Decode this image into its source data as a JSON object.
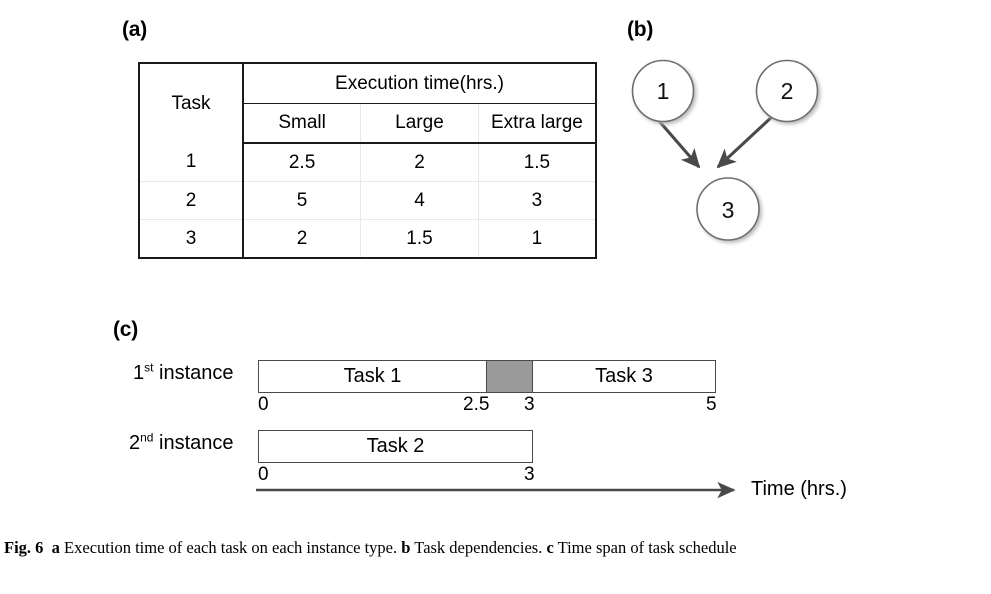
{
  "panels": {
    "a": "(a)",
    "b": "(b)",
    "c": "(c)"
  },
  "table": {
    "corner_header": "Task",
    "group_header": "Execution time(hrs.)",
    "sub_headers": [
      "Small",
      "Large",
      "Extra large"
    ],
    "rows": [
      {
        "task": "1",
        "small": "2.5",
        "large": "2",
        "xlarge": "1.5"
      },
      {
        "task": "2",
        "small": "5",
        "large": "4",
        "xlarge": "3"
      },
      {
        "task": "3",
        "small": "2",
        "large": "1.5",
        "xlarge": "1"
      }
    ]
  },
  "graph": {
    "nodes": [
      {
        "id": "1",
        "label": "1"
      },
      {
        "id": "2",
        "label": "2"
      },
      {
        "id": "3",
        "label": "3"
      }
    ],
    "edges": [
      {
        "from": "1",
        "to": "3"
      },
      {
        "from": "2",
        "to": "3"
      }
    ]
  },
  "gantt": {
    "rows": [
      {
        "label_prefix": "1",
        "label_sup": "st",
        "label_suffix": " instance",
        "segments": [
          {
            "label": "Task 1",
            "start": "0",
            "end": "2.5",
            "fill": "white"
          },
          {
            "label": "",
            "start": "2.5",
            "end": "3",
            "fill": "gray"
          },
          {
            "label": "Task 3",
            "start": "3",
            "end": "5",
            "fill": "white"
          }
        ],
        "ticks": [
          "0",
          "2.5",
          "3",
          "5"
        ]
      },
      {
        "label_prefix": "2",
        "label_sup": "nd",
        "label_suffix": " instance",
        "segments": [
          {
            "label": "Task 2",
            "start": "0",
            "end": "3",
            "fill": "white"
          }
        ],
        "ticks": [
          "0",
          "3"
        ]
      }
    ],
    "axis_label": "Time (hrs.)"
  },
  "caption": {
    "figure_number": "Fig. 6",
    "part_a_marker": "a",
    "part_a_text": " Execution time of each task on each instance type. ",
    "part_b_marker": "b",
    "part_b_text": " Task dependencies. ",
    "part_c_marker": "c",
    "part_c_text": " Time span of task schedule"
  },
  "colors": {
    "rule": "#1a1a1a",
    "bar_border": "#4a4a4a",
    "gray_fill": "#9a9a9a",
    "node_stroke": "#6e6e6e",
    "arrow": "#4a4a4a"
  }
}
